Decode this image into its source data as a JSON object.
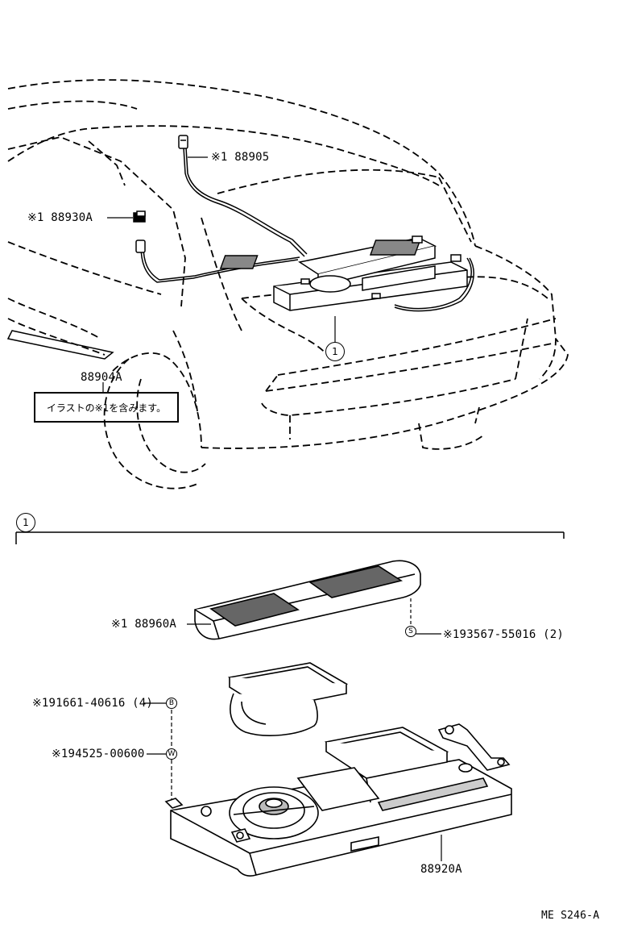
{
  "callouts": {
    "c1_label": "1",
    "c2_label": "1",
    "s_label": "S",
    "b_label": "B",
    "w_label": "W"
  },
  "labels": {
    "p88905": "※1 88905",
    "p88930a": "※1 88930A",
    "p88904a": "88904A",
    "note": "イラストの※1を含みます。",
    "p88960a": "※1  88960A",
    "p193567": "※193567-55016 (2)",
    "p191661": "※191661-40616 (4)",
    "p194525": "※194525-00600",
    "p88920a": "88920A",
    "page_code": "ME  S246-A"
  }
}
